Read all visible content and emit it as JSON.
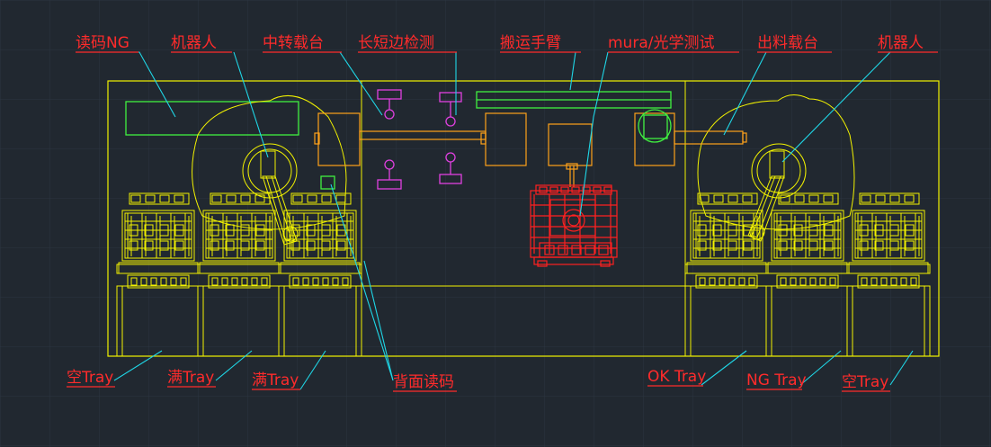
{
  "labels": {
    "read_ng": "读码NG",
    "robot_left": "机器人",
    "transfer_stage": "中转载台",
    "long_short_edge": "长短边检测",
    "transport_arm": "搬运手臂",
    "mura_optical": "mura/光学测试",
    "output_stage": "出料载台",
    "robot_right": "机器人",
    "empty_tray_left": "空Tray",
    "full_tray_1": "满Tray",
    "full_tray_2": "满Tray",
    "back_read": "背面读码",
    "ok_tray": "OK Tray",
    "ng_tray": "NG Tray",
    "empty_tray_right": "空Tray"
  },
  "colors": {
    "background": "#212830",
    "grid": "#2c3540",
    "label": "#ff2b2b",
    "leader": "#1fd6e6",
    "frame": "#f2f200",
    "conveyor": "#ffa21a",
    "sensor": "#e040e0",
    "arm": "#40f040",
    "mura_unit": "#ff2020"
  }
}
